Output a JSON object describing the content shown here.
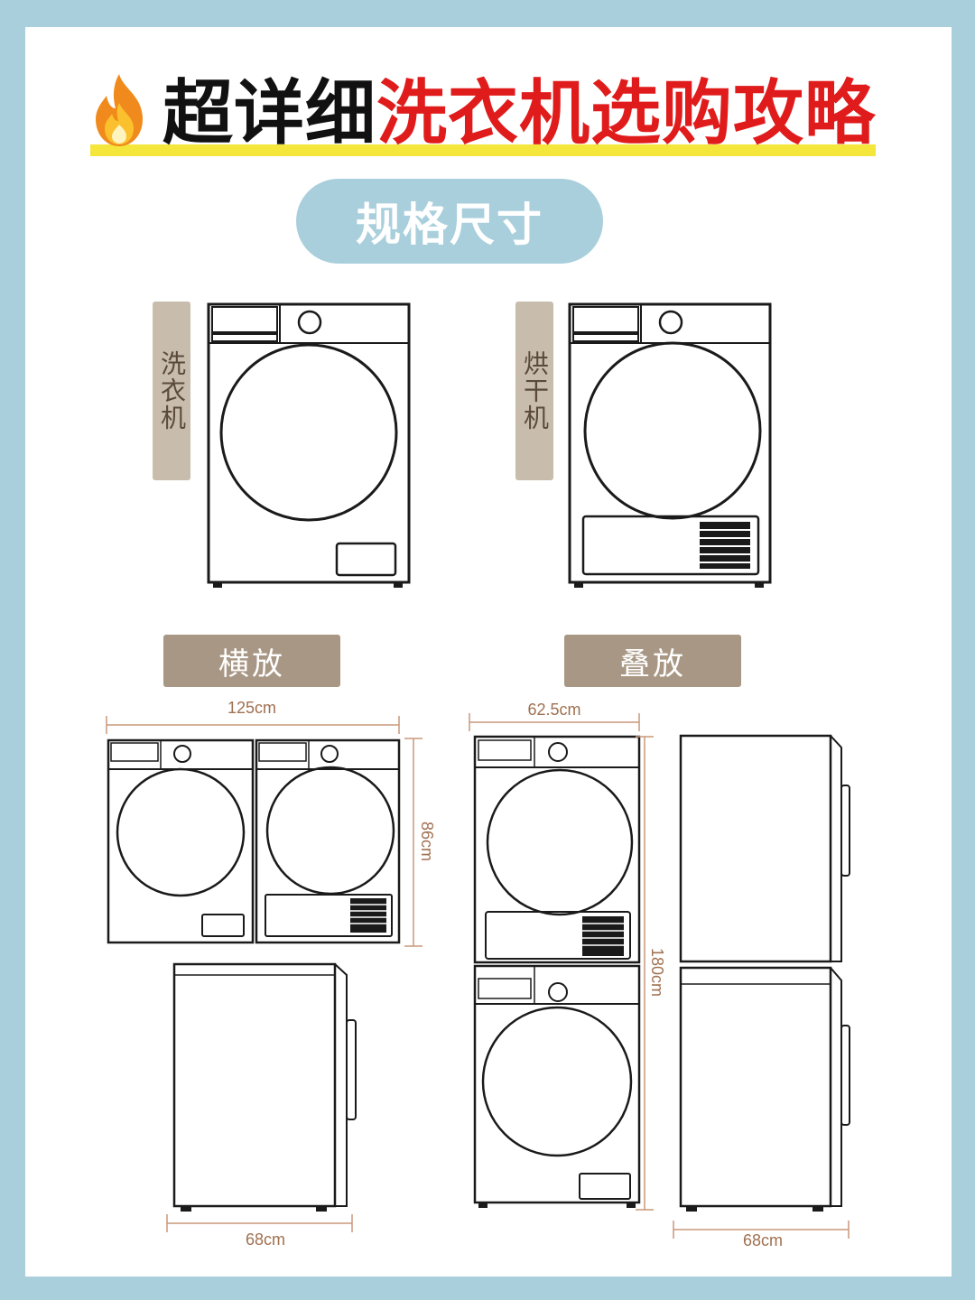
{
  "title": {
    "part_black": "超详细",
    "part_red": "洗衣机选购攻略"
  },
  "section_pill": "规格尺寸",
  "labels": {
    "washer": "洗衣机",
    "dryer": "烘干机",
    "side_by_side": "横放",
    "stacked": "叠放"
  },
  "dimensions": {
    "side_width": "125cm",
    "side_height": "86cm",
    "side_depth": "68cm",
    "stack_width": "62.5cm",
    "stack_height": "180cm",
    "stack_depth": "68cm"
  },
  "colors": {
    "background": "#a9cfdc",
    "title_red": "#e01b1b",
    "highlight": "#f5e63b",
    "label_brown": "#a89784",
    "label_light": "#c8bcad"
  },
  "icons": [
    "fire-icon"
  ]
}
